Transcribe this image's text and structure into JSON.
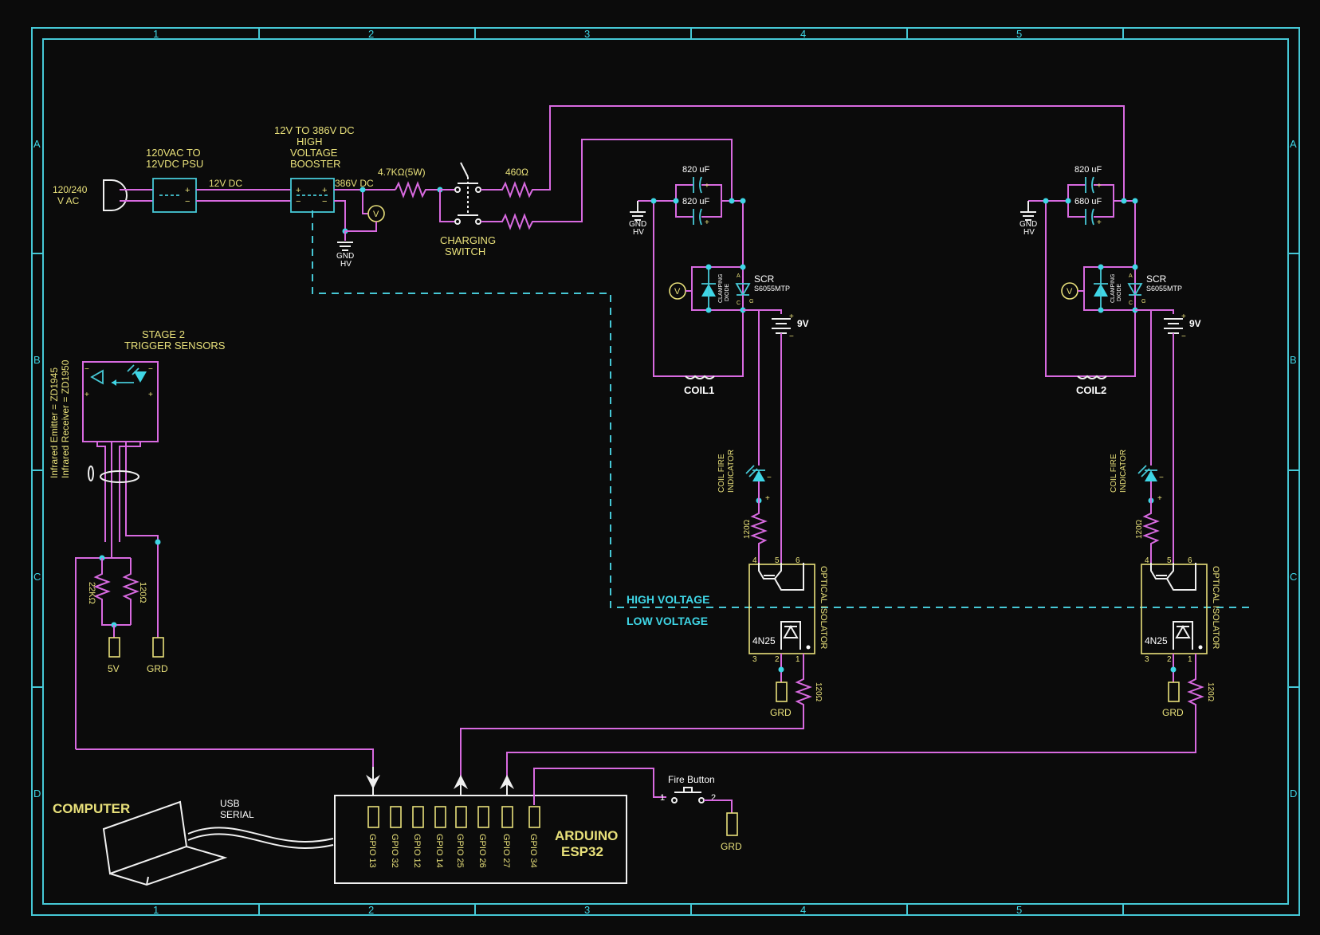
{
  "frame": {
    "columns": [
      "1",
      "2",
      "3",
      "4",
      "5"
    ],
    "rows": [
      "A",
      "B",
      "C",
      "D"
    ]
  },
  "power": {
    "ac_in": [
      "120/240",
      "V AC"
    ],
    "psu": [
      "120VAC TO",
      "12VDC PSU"
    ],
    "dc12": "12V DC",
    "booster": [
      "12V TO 386V DC",
      "HIGH",
      "VOLTAGE",
      "BOOSTER"
    ],
    "dc386": "386V DC",
    "gnd_hv": [
      "GND",
      "HV"
    ],
    "voltmeter": "V",
    "r_charge1": "4.7KΩ(5W)",
    "r_charge2": "460Ω",
    "switch": [
      "CHARGING",
      "SWITCH"
    ]
  },
  "stage1": {
    "cap1": "820 uF",
    "cap2": "820 uF",
    "scr": "SCR",
    "scr_part": "S6055MTP",
    "diode": [
      "CLAMPING",
      "DIODE"
    ],
    "battery": "9V",
    "coil": "COIL1",
    "led": [
      "COIL FIRE",
      "INDICATOR"
    ],
    "r_led": "120Ω",
    "isolator": "OPTICAL ISOLATOR",
    "isolator_part": "4N25",
    "r_iso": "120Ω",
    "gnd": "GRD"
  },
  "stage2": {
    "cap1": "820 uF",
    "cap2": "680 uF",
    "scr": "SCR",
    "scr_part": "S6055MTP",
    "diode": [
      "CLAMPING",
      "DIODE"
    ],
    "battery": "9V",
    "coil": "COIL2",
    "led": [
      "COIL FIRE",
      "INDICATOR"
    ],
    "r_led": "120Ω",
    "isolator": "OPTICAL ISOLATOR",
    "isolator_part": "4N25",
    "r_iso": "120Ω",
    "gnd": "GRD"
  },
  "sensors": {
    "title": [
      "STAGE 2",
      "TRIGGER SENSORS"
    ],
    "emitter": "Infrared Emitter = ZD1945",
    "receiver": "Infrared Receiver = ZD1950",
    "r1": "22KΩ",
    "r2": "120Ω",
    "v5": "5V",
    "gnd": "GRD"
  },
  "zones": {
    "high": "HIGH VOLTAGE",
    "low": "LOW VOLTAGE"
  },
  "mcu": {
    "name": [
      "ARDUINO",
      "ESP32"
    ],
    "pins": [
      "GPIO 13",
      "GPIO 32",
      "GPIO 12",
      "GPIO 14",
      "GPIO 25",
      "GPIO 26",
      "GPIO 27",
      "GPIO 34"
    ]
  },
  "computer": {
    "label": "COMPUTER",
    "link": [
      "USB",
      "SERIAL"
    ]
  },
  "fire_button": {
    "label": "Fire Button",
    "pin1": "1",
    "pin2": "2",
    "gnd": "GRD"
  }
}
